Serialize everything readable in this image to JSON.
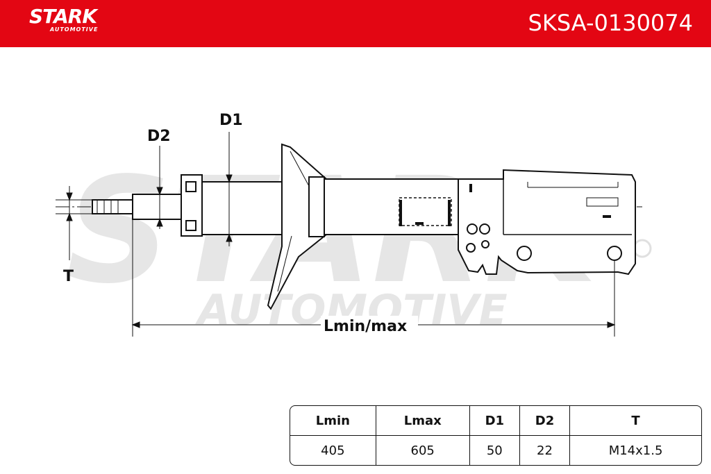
{
  "brand": {
    "name": "STARK",
    "sub": "AUTOMOTIVE",
    "color": "#e30613"
  },
  "part_number": "SKSA-0130074",
  "watermark": {
    "line1": "STARK",
    "line2": "AUTOMOTIVE"
  },
  "dimensions": {
    "d1": "D1",
    "d2": "D2",
    "t": "T",
    "length": "Lmin/max"
  },
  "specs": {
    "headers": [
      "Lmin",
      "Lmax",
      "D1",
      "D2",
      "T"
    ],
    "values": [
      "405",
      "605",
      "50",
      "22",
      "M14x1.5"
    ]
  }
}
